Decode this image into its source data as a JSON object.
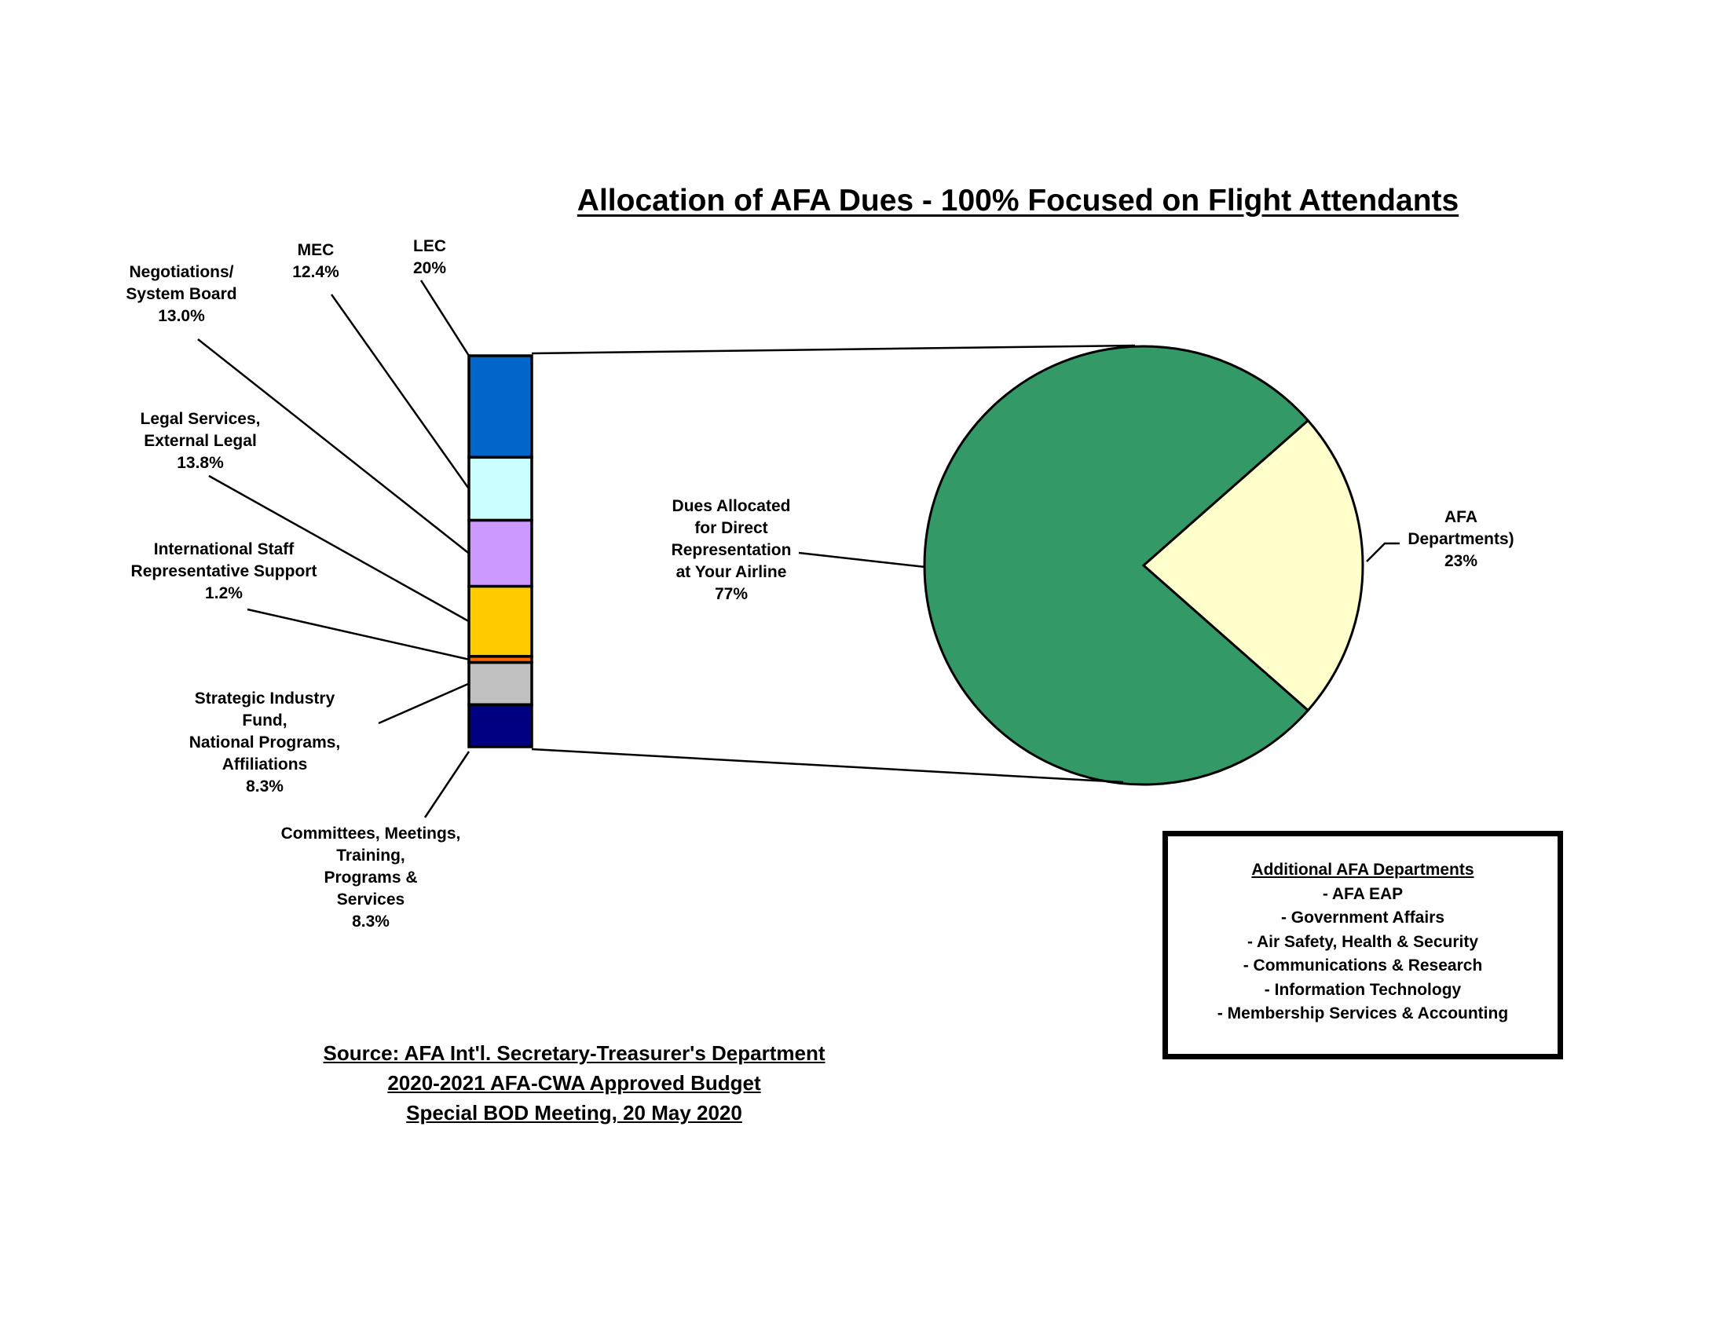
{
  "chart_data": {
    "type": "bar-of-pie",
    "title": "Allocation of AFA Dues - 100% Focused on Flight Attendants",
    "pie": [
      {
        "name": "Dues Allocated for Direct Representation at Your Airline",
        "label_lines": [
          "Dues Allocated",
          "for Direct",
          "Representation",
          "at Your Airline"
        ],
        "value_label": "77%",
        "value": 77,
        "color": "#339966"
      },
      {
        "name": "AFA Departments)",
        "label_lines": [
          "AFA",
          "Departments)"
        ],
        "value_label": "23%",
        "value": 23,
        "color": "#FFFFCC"
      }
    ],
    "bar": [
      {
        "name": "LEC",
        "label_lines": [
          "LEC"
        ],
        "value_label": "20%",
        "value": 20.0,
        "color": "#0066CC"
      },
      {
        "name": "MEC",
        "label_lines": [
          "MEC"
        ],
        "value_label": "12.4%",
        "value": 12.4,
        "color": "#CCFFFF"
      },
      {
        "name": "Negotiations/ System Board",
        "label_lines": [
          "Negotiations/",
          "System Board"
        ],
        "value_label": "13.0%",
        "value": 13.0,
        "color": "#CC99FF"
      },
      {
        "name": "Legal Services, External Legal",
        "label_lines": [
          "Legal Services,",
          "External Legal"
        ],
        "value_label": "13.8%",
        "value": 13.8,
        "color": "#FFCC00"
      },
      {
        "name": "International Staff Representative Support",
        "label_lines": [
          "International Staff",
          "Representative Support"
        ],
        "value_label": "1.2%",
        "value": 1.2,
        "color": "#FF6600"
      },
      {
        "name": "Strategic Industry Fund, National Programs, Affiliations",
        "label_lines": [
          "Strategic Industry",
          "Fund,",
          "National Programs,",
          "Affiliations"
        ],
        "value_label": "8.3%",
        "value": 8.3,
        "color": "#C0C0C0"
      },
      {
        "name": "Committees, Meetings, Training, Programs & Services",
        "label_lines": [
          "Committees, Meetings,",
          "Training,",
          "Programs &",
          "Services"
        ],
        "value_label": "8.3%",
        "value": 8.3,
        "color": "#000080"
      }
    ]
  },
  "legend_box": {
    "heading": "Additional AFA Departments",
    "items": [
      "- AFA EAP",
      "- Government Affairs",
      "- Air Safety, Health & Security",
      "- Communications & Research",
      "- Information Technology",
      "- Membership Services & Accounting"
    ]
  },
  "source": [
    "Source:  AFA Int'l. Secretary-Treasurer's Department",
    "2020-2021 AFA-CWA  Approved Budget",
    "Special BOD Meeting, 20 May 2020"
  ]
}
